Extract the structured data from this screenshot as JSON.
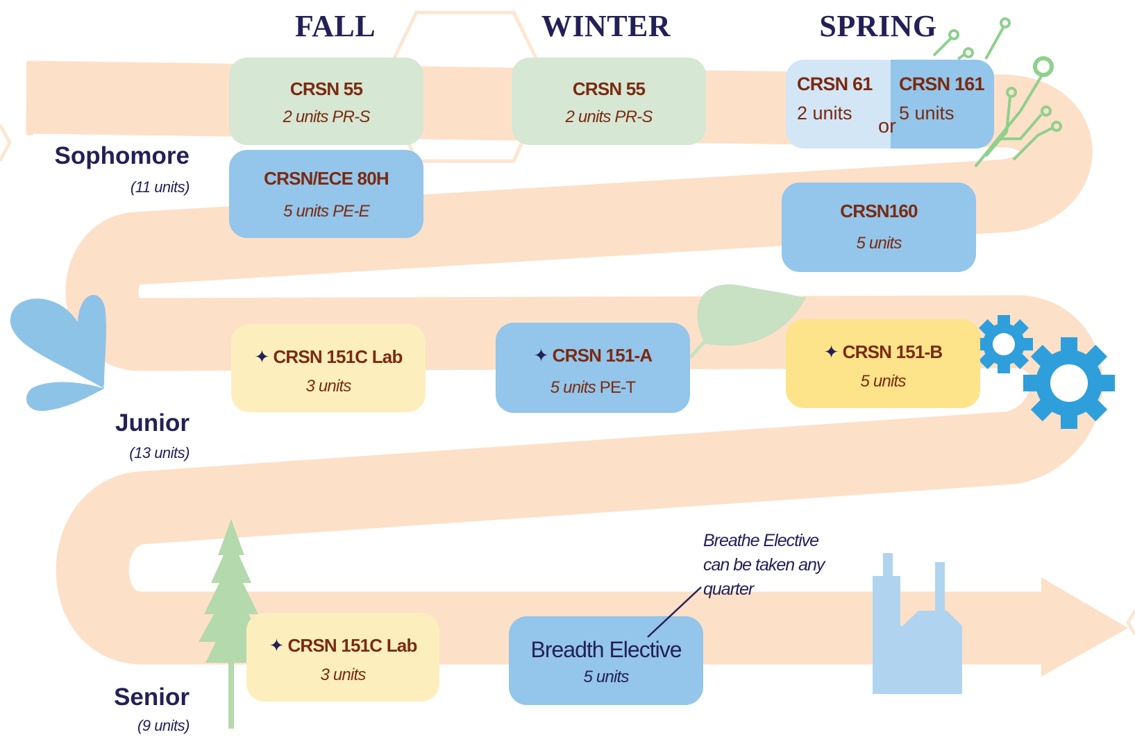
{
  "seasons": {
    "fall": "FALL",
    "winter": "WINTER",
    "spring": "SPRING"
  },
  "years": {
    "sophomore": {
      "label": "Sophomore",
      "units": "(11 units)"
    },
    "junior": {
      "label": "Junior",
      "units": "(13 units)"
    },
    "senior": {
      "label": "Senior",
      "units": "(9 units)"
    }
  },
  "cards": {
    "soph_fall_1": {
      "title": "CRSN 55",
      "units": "2 units PR-S"
    },
    "soph_fall_2": {
      "title": "CRSN/ECE 80H",
      "units": "5 units PE-E"
    },
    "soph_winter": {
      "title": "CRSN 55",
      "units": "2 units PR-S"
    },
    "soph_spring_a": {
      "title": "CRSN 61",
      "units": "2 units"
    },
    "soph_spring_or": "or",
    "soph_spring_b": {
      "title": "CRSN 161",
      "units": "5 units"
    },
    "soph_spring_2": {
      "title": "CRSN160",
      "units": "5 units"
    },
    "junior_fall": {
      "star": "✦",
      "title": "CRSN 151C Lab",
      "units": "3 units"
    },
    "junior_winter": {
      "star": "✦",
      "title": "CRSN 151-A",
      "units_italic": "5 units",
      "units_suffix": " PE-T"
    },
    "junior_spring": {
      "star": "✦",
      "title": "CRSN 151-B",
      "units": "5 units"
    },
    "senior_fall": {
      "star": "✦",
      "title": "CRSN 151C Lab",
      "units": "3 units"
    },
    "senior_winter": {
      "title": "Breadth Elective",
      "units": "5 units"
    }
  },
  "note": [
    "Breathe Elective",
    "can be taken any",
    "quarter"
  ],
  "colors": {
    "road": "#fde0c8",
    "navy": "#232058",
    "course_text": "#7a2a10",
    "green_card": "#d6e7d3",
    "blue_card": "#94c5ea",
    "yellow_card": "#fdefbd",
    "gold_card": "#fde38a",
    "gear": "#2f9fdc"
  },
  "icons": [
    "water-splash-icon",
    "leaf-icon",
    "gear-icon",
    "pine-tree-icon",
    "factory-icon",
    "circuit-icon",
    "hexagon-outline"
  ]
}
